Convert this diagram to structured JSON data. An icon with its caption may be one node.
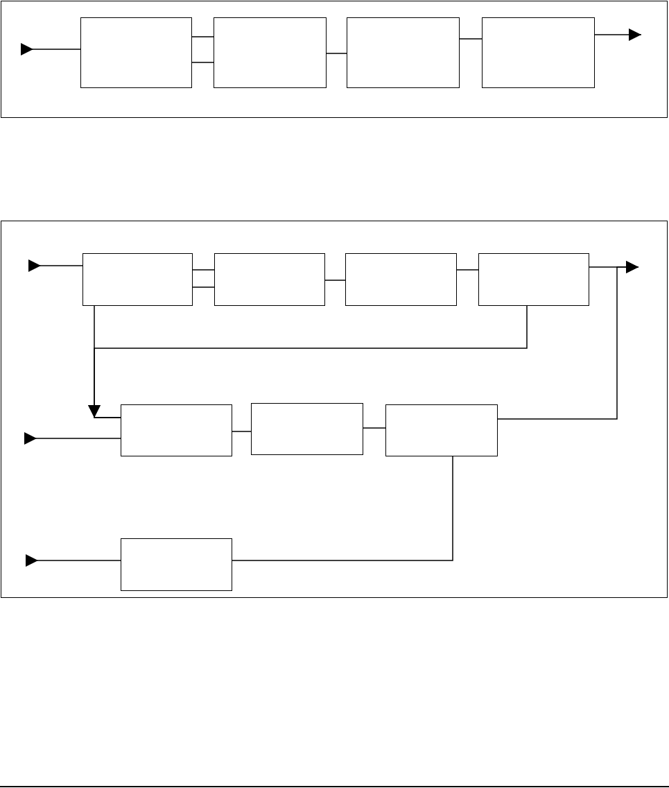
{
  "diagram": {
    "nodes": [
      {
        "text": [],
        "shape": "box"
      },
      {
        "text": [],
        "shape": "box",
        "in": 0
      },
      {
        "text": [],
        "shape": "box",
        "in": 0
      },
      {
        "text": [],
        "shape": "box",
        "in": 0
      },
      {
        "text": [],
        "shape": "box",
        "in": 0
      },
      {
        "text": [],
        "shape": "box"
      },
      {
        "text": [],
        "shape": "box",
        "in": 5
      },
      {
        "text": [],
        "shape": "box",
        "in": 5
      },
      {
        "text": [],
        "shape": "box",
        "in": 5
      },
      {
        "text": [],
        "shape": "box",
        "in": 5
      },
      {
        "text": [],
        "shape": "box",
        "in": 5
      },
      {
        "text": [],
        "shape": "box",
        "in": 5
      },
      {
        "text": [],
        "shape": "box",
        "in": 5
      },
      {
        "text": [],
        "shape": "box",
        "in": 5
      }
    ],
    "edges": [
      {
        "from": null,
        "to": 1,
        "arrow": "to"
      },
      {
        "from": 1,
        "to": 2,
        "arrow": "none"
      },
      {
        "from": 1,
        "to": 2,
        "arrow": "none"
      },
      {
        "from": 2,
        "to": 3,
        "arrow": "none"
      },
      {
        "from": 3,
        "to": 4,
        "arrow": "none"
      },
      {
        "from": 4,
        "to": null,
        "arrow": "to"
      },
      {
        "from": null,
        "to": 6,
        "arrow": "to"
      },
      {
        "from": 6,
        "to": 7,
        "arrow": "none"
      },
      {
        "from": 6,
        "to": 7,
        "arrow": "none"
      },
      {
        "from": 7,
        "to": 8,
        "arrow": "none"
      },
      {
        "from": 8,
        "to": 9,
        "arrow": "none"
      },
      {
        "from": 9,
        "to": null,
        "arrow": "to"
      },
      {
        "from": 6,
        "to": 10,
        "arrow": "to"
      },
      {
        "from": 9,
        "to": 10,
        "arrow": "to"
      },
      {
        "from": null,
        "to": 10,
        "arrow": "to"
      },
      {
        "from": 10,
        "to": 11,
        "arrow": "none"
      },
      {
        "from": 11,
        "to": 12,
        "arrow": "none"
      },
      {
        "from": 12,
        "to": null,
        "arrow": "to"
      },
      {
        "from": null,
        "to": 13,
        "arrow": "to"
      },
      {
        "from": 13,
        "to": 12,
        "arrow": "none"
      }
    ]
  }
}
